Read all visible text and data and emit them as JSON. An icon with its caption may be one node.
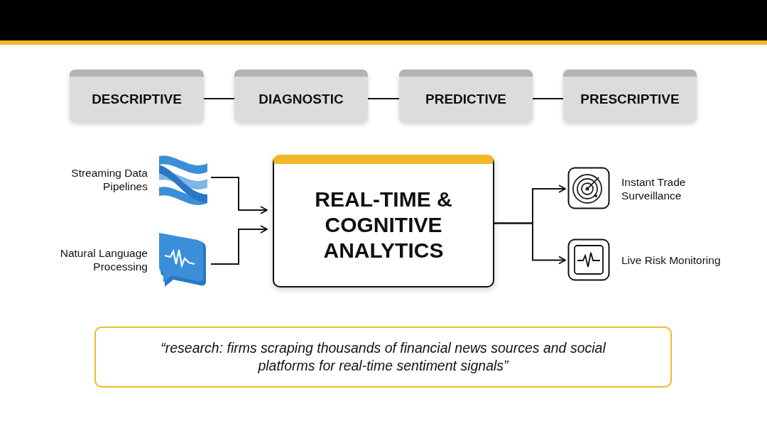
{
  "diagram": {
    "nodes": [
      {
        "text": [
          "DESCRIPTIVE"
        ]
      },
      {
        "text": [
          "DIAGNOSTIC"
        ]
      },
      {
        "text": [
          "PREDICTIVE"
        ]
      },
      {
        "text": [
          "PRESCRIPTIVE"
        ]
      },
      {
        "text": [
          "Streaming Data Pipelines"
        ]
      },
      {
        "text": [
          "Natural Language Processing"
        ]
      },
      {
        "text": [
          "REAL-TIME & COGNITIVE ANALYTICS"
        ]
      },
      {
        "text": [
          "Instant Trade Surveillance"
        ]
      },
      {
        "text": [
          "Live Risk Monitoring"
        ]
      },
      {
        "text": [
          "“research: firms scraping thousands of financial news sources and social platforms for real-time sentiment signals”"
        ]
      }
    ],
    "edges": [
      {
        "from": 0,
        "to": 1,
        "arrow": "none"
      },
      {
        "from": 1,
        "to": 2,
        "arrow": "none"
      },
      {
        "from": 2,
        "to": 3,
        "arrow": "none"
      },
      {
        "from": 4,
        "to": 6,
        "arrow": "to"
      },
      {
        "from": 5,
        "to": 6,
        "arrow": "to"
      },
      {
        "from": 6,
        "to": 7,
        "arrow": "to"
      },
      {
        "from": 6,
        "to": 8,
        "arrow": "to"
      }
    ]
  }
}
